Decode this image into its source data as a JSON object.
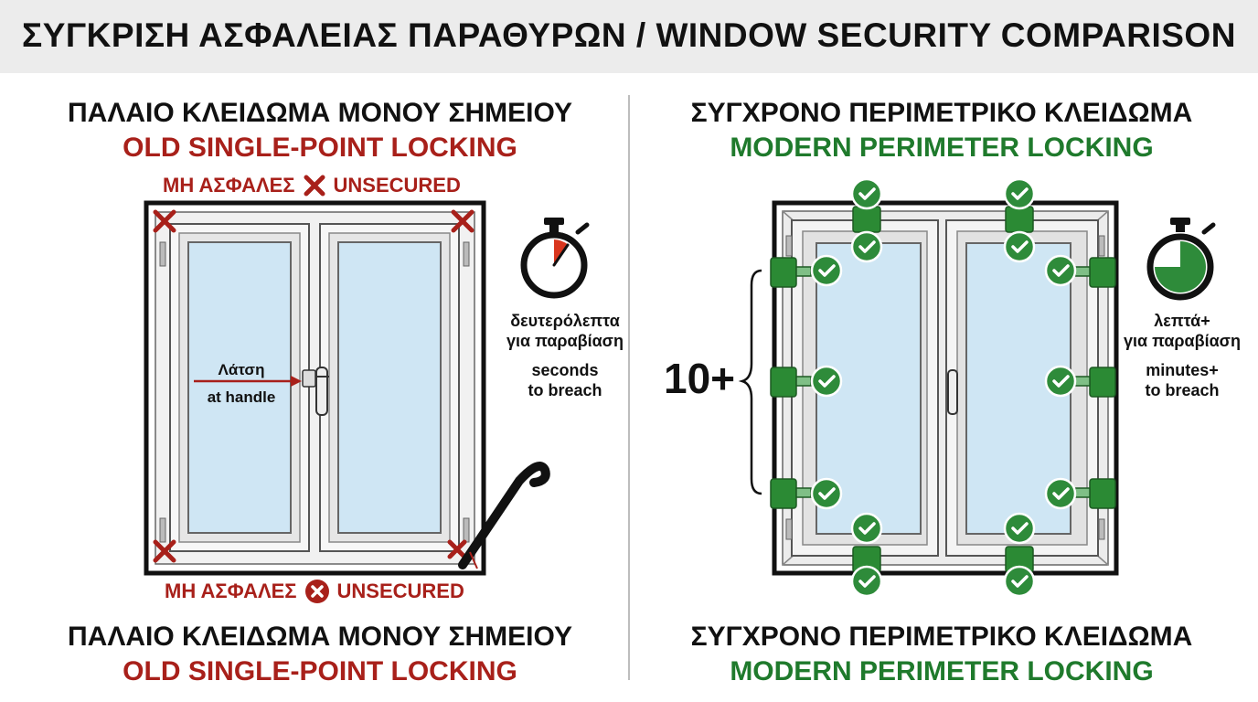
{
  "title": "ΣΥΓΚΡΙΣΗ ΑΣΦΑΛΕΙΑΣ ΠΑΡΑΘΥΡΩΝ / WINDOW SECURITY COMPARISON",
  "left": {
    "heading_gr": "ΠΑΛΑΙΟ ΚΛΕΙΔΩΜΑ ΜΟΝΟΥ ΣΗΜΕΙΟΥ",
    "heading_en": "OLD SINGLE-POINT LOCKING",
    "unsecured_top_gr": "ΜΗ ΑΣΦΑΛΕΣ",
    "unsecured_top_en": "UNSECURED",
    "unsecured_bottom_gr": "ΜΗ ΑΣΦΑΛΕΣ",
    "unsecured_bottom_en": "UNSECURED",
    "latch_gr": "Λάτση",
    "latch_en": "at handle",
    "time_gr_1": "δευτερόλεπτα",
    "time_gr_2": "για παραβίαση",
    "time_en_1": "seconds",
    "time_en_2": "to breach",
    "footer_gr": "ΠΑΛΑΙΟ ΚΛΕΙΔΩΜΑ ΜΟΝΟΥ ΣΗΜΕΙΟΥ",
    "footer_en": "OLD SINGLE-POINT LOCKING"
  },
  "right": {
    "heading_gr": "ΣΥΓΧΡΟΝΟ ΠΕΡΙΜΕΤΡΙΚΟ ΚΛΕΙΔΩΜΑ",
    "heading_en": "MODERN PERIMETER LOCKING",
    "count": "10+",
    "time_gr_1": "λεπτά+",
    "time_gr_2": "για παραβίαση",
    "time_en_1": "minutes+",
    "time_en_2": "to breach",
    "footer_gr": "ΣΥΓΧΡΟΝΟ ΠΕΡΙΜΕΤΡΙΚΟ ΚΛΕΙΔΩΜΑ",
    "footer_en": "MODERN PERIMETER LOCKING"
  },
  "colors": {
    "red": "#a8201a",
    "green": "#1f7a2c",
    "glass": "#cfe6f4",
    "frame": "#111111"
  }
}
